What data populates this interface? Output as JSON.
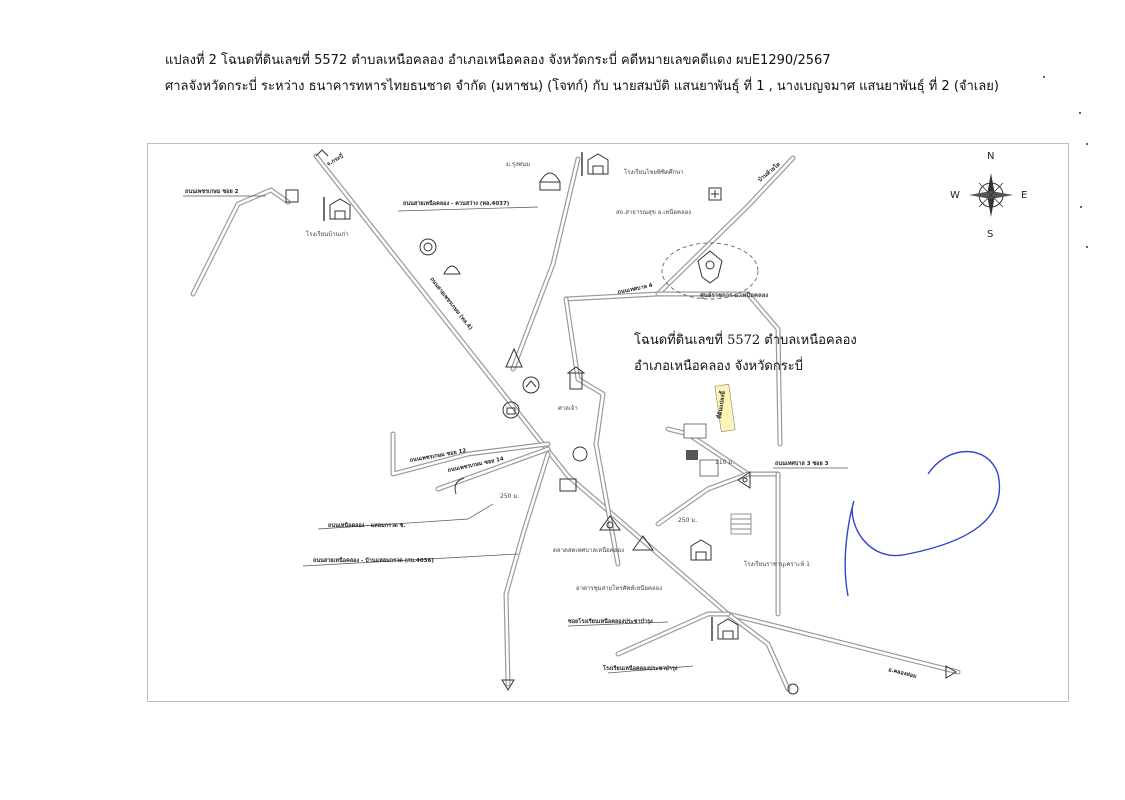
{
  "header": {
    "line1": "แปลงที่ 2 โฉนดที่ดินเลขที่ 5572 ตำบลเหนือคลอง อำเภอเหนือคลอง จังหวัดกระบี่ คดีหมายเลขคดีแดง ผบE1290/2567",
    "line2": "ศาลจังหวัดกระบี่ ระหว่าง ธนาคารทหารไทยธนชาต จำกัด (มหาชน) (โจทก์) กับ นายสมบัติ แสนยาพันธุ์ ที่ 1 , นางเบญจมาศ แสนยาพันธุ์ ที่ 2 (จำเลย)"
  },
  "map": {
    "title_line1": "โฉนดที่ดินเลขที่ 5572 ตำบลเหนือคลอง",
    "title_line2": "อำเภอเหนือคลอง จังหวัดกระบี่",
    "compass": {
      "n": "N",
      "s": "S",
      "e": "E",
      "w": "W"
    },
    "roads": {
      "to_krabi": "จ.กระบี่",
      "phetkasem_2": "ถนนเพชรเกษม ซอย 2",
      "nuea_khlong_khuan_sawang": "ถนนสายเหนือคลอง - ควนสว่าง (ทล.4037)",
      "phetkasem_main": "ถนนสายเพชรเกษม (ทล.4)",
      "phetkasem_12": "ถนนเพชรเกษม ซอย 12",
      "phetkasem_14": "ถนนเพชรเกษม ซอย 14",
      "nuea_khlong_laem_kruat_short": "ถนนเหนือคลอง - แหลมกรวด ซ.",
      "nuea_khlong_ban_laem_kruat": "ถนนสายเหนือคลอง - บ้านแหลมกรวด (กบ.4036)",
      "soi_to_school": "ซอยโรงเรียนเหนือคลองประชาบำรุง",
      "to_khlong_thom": "อ.คลองท่อม",
      "to_ban_huai_to": "บ้านห้วยโต",
      "thetsaban_3_soi_3": "ถนนเทศบาล 3 ซอย 3",
      "thetsaban_4": "ถนนเทศบาล 4"
    },
    "places": {
      "school_ban_kao": "โรงเรียนบ้านเก่า",
      "school_sibprasit": "โรงเรียนไชยพิชิตศึกษา",
      "mosque": "ม.รุ่งพนม",
      "health_center": "สถ.สาธารณสุข อ.เหนือคลอง",
      "district_office": "ศูนย์ราชการ อ.เหนือคลอง",
      "shrine": "ศาลเจ้า",
      "market": "ตลาดสดเทศบาลเหนือคลอง",
      "fresh_market_building": "อาคารชุมสายโทรศัพท์เหนือคลอง",
      "school_ratchanukroh": "โรงเรียนราชานุเคราะห์ 1",
      "school_nuea_khlong": "โรงเรียนเหนือคลองประชาบำรุง",
      "subject_land": "ที่ดินแปลงนี้"
    },
    "distances": {
      "d1": "250 ม.",
      "d2": "250 ม.",
      "d3": "110 ม."
    }
  }
}
